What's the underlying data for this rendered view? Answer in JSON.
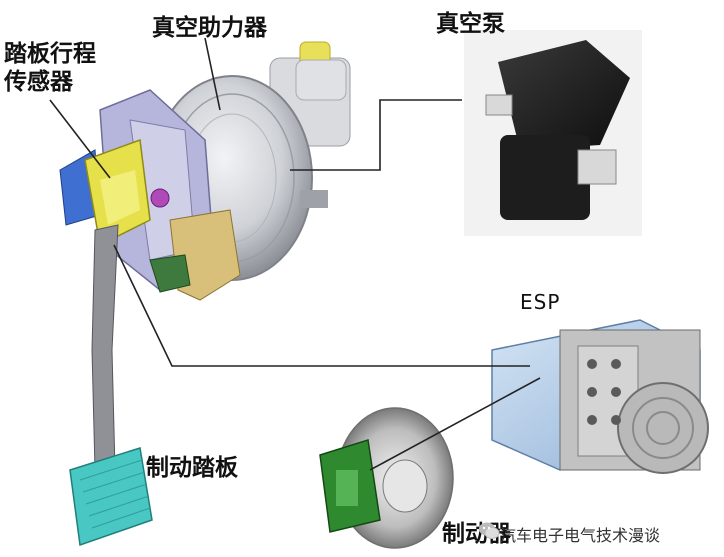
{
  "labels": {
    "booster": "真空助力器",
    "vacuum_pump": "真空泵",
    "pedal_sensor_line1": "踏板行程",
    "pedal_sensor_line2": "传感器",
    "esp": "ESP",
    "brake_pedal": "制动踏板",
    "brake_caliper": "制动器"
  },
  "watermark": {
    "text": "汽车电子电气技术漫谈",
    "icon": "wechat-icon"
  },
  "colors": {
    "booster_gray": "#c9ccd1",
    "sensor_yellow": "#e6e04a",
    "sensor_blue": "#3f6fd0",
    "pedal_cyan": "#49c7c2",
    "caliper_green": "#2f8a2f",
    "esp_blue": "#a9c6e6",
    "pump_dark": "#1b1b1b"
  }
}
